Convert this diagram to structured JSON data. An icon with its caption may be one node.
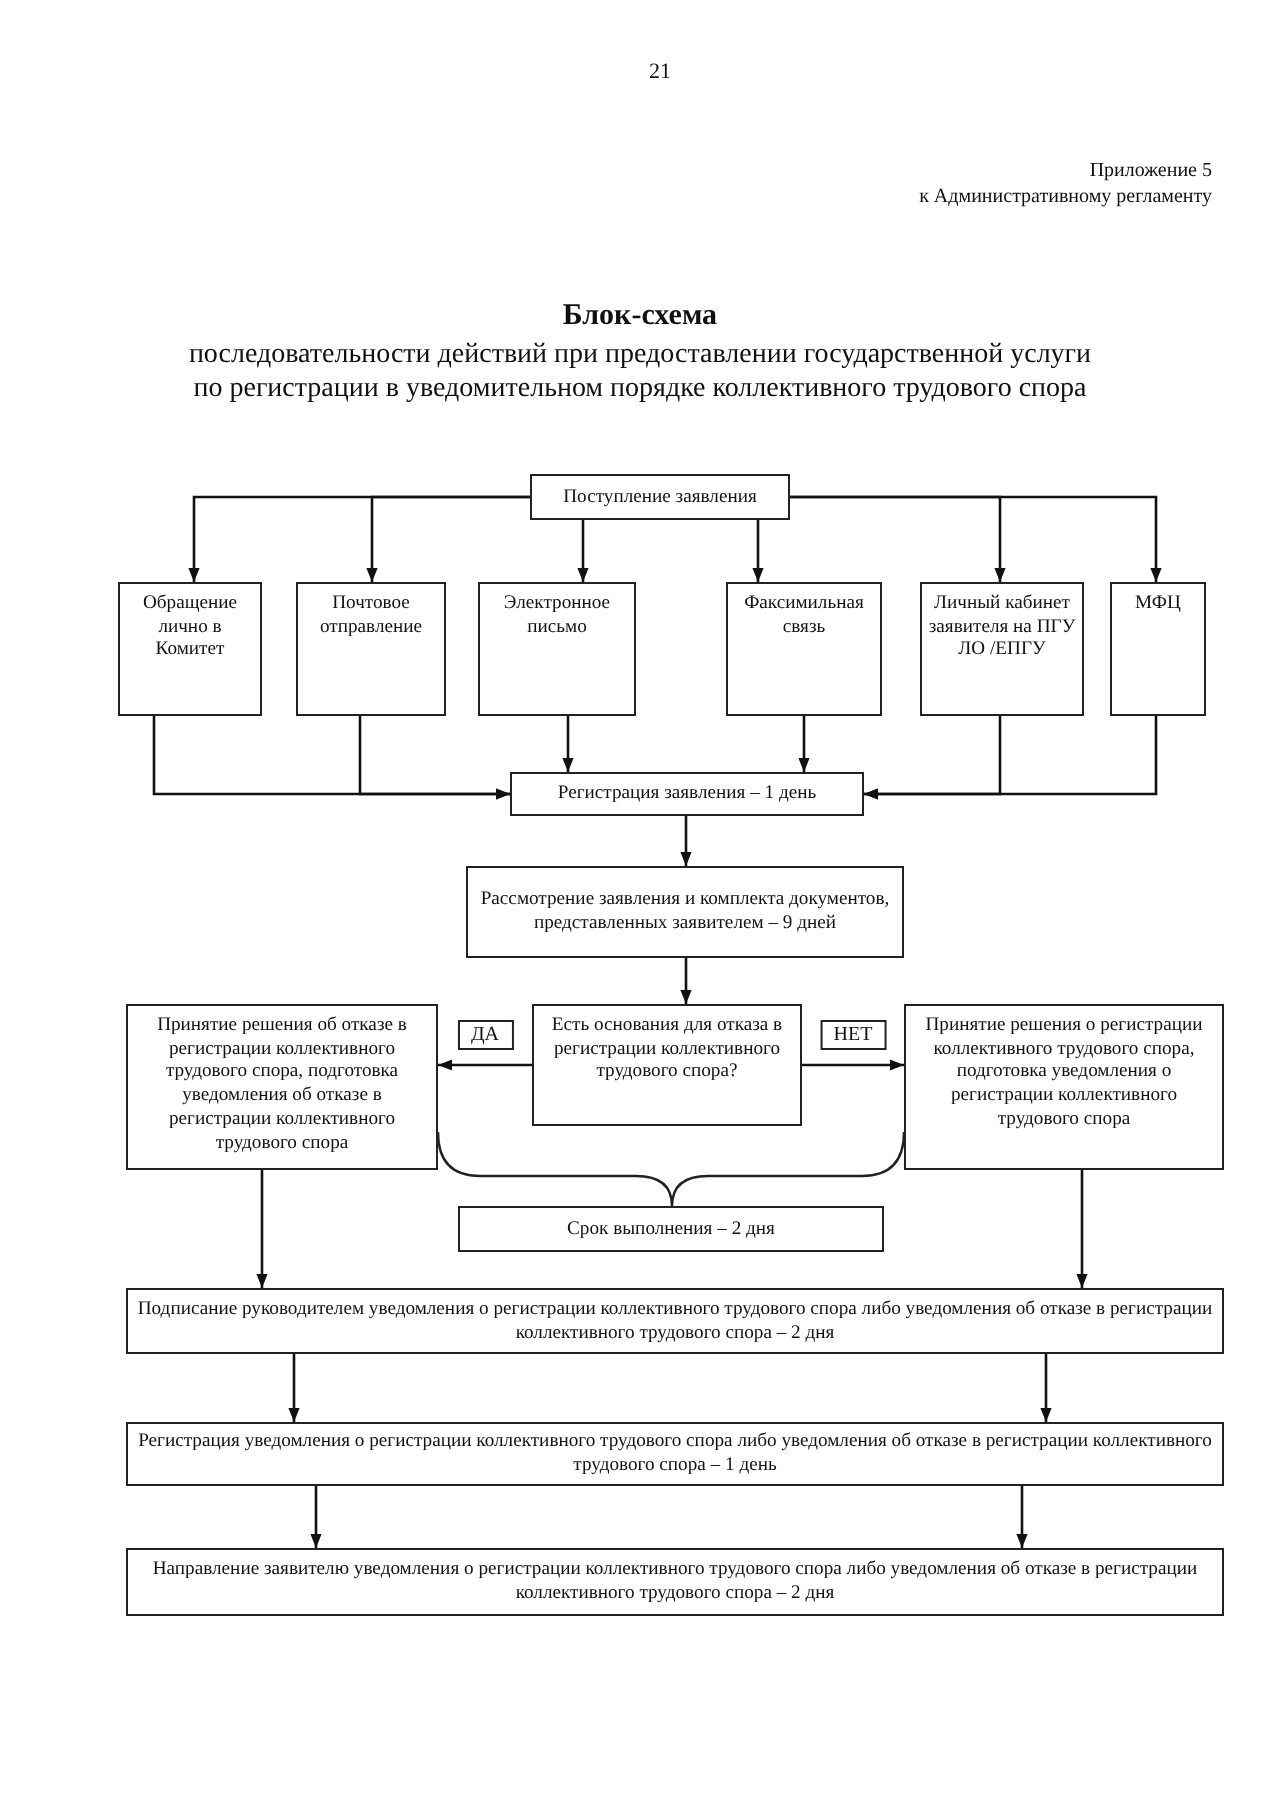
{
  "diagram": {
    "title": "Блок-схема",
    "nodes": [
      {
        "text": [
          "Поступление заявления"
        ]
      },
      {
        "text": [
          "Обращение лично в Комитет"
        ]
      },
      {
        "text": [
          "Почтовое отправление"
        ]
      },
      {
        "text": [
          "Электронное письмо"
        ]
      },
      {
        "text": [
          "Факсимильная связь"
        ]
      },
      {
        "text": [
          "Личный кабинет заявителя на ПГУ ЛО /ЕПГУ"
        ]
      },
      {
        "text": [
          "МФЦ"
        ]
      },
      {
        "text": [
          "Регистрация заявления – 1 день"
        ]
      },
      {
        "text": [
          "Рассмотрение заявления и комплекта документов, представленных заявителем – 9 дней"
        ]
      },
      {
        "text": [
          "Есть основания для отказа в регистрации коллективного трудового спора?"
        ]
      },
      {
        "text": [
          "Принятие решения об отказе в регистрации коллективного трудового спора, подготовка уведомления об отказе в регистрации коллективного трудового спора"
        ]
      },
      {
        "text": [
          "Принятие решения о регистрации коллективного трудового спора, подготовка уведомления о регистрации коллективного трудового спора"
        ]
      },
      {
        "text": [
          "Срок выполнения – 2 дня"
        ]
      },
      {
        "text": [
          "Подписание руководителем уведомления о регистрации коллективного трудового спора либо уведомления об отказе в регистрации коллективного трудового спора – 2 дня"
        ]
      },
      {
        "text": [
          "Регистрация уведомления о регистрации коллективного трудового спора либо уведомления об отказе в регистрации коллективного трудового спора – 1 день"
        ]
      },
      {
        "text": [
          "Направление заявителю уведомления о регистрации коллективного трудового спора либо уведомления об отказе в регистрации коллективного трудового спора – 2 дня"
        ]
      }
    ],
    "edges": [
      {
        "from": 0,
        "to": 1,
        "arrow": "to"
      },
      {
        "from": 0,
        "to": 2,
        "arrow": "to"
      },
      {
        "from": 0,
        "to": 3,
        "arrow": "to"
      },
      {
        "from": 0,
        "to": 4,
        "arrow": "to"
      },
      {
        "from": 0,
        "to": 5,
        "arrow": "to"
      },
      {
        "from": 0,
        "to": 6,
        "arrow": "to"
      },
      {
        "from": 1,
        "to": 7,
        "arrow": "to"
      },
      {
        "from": 2,
        "to": 7,
        "arrow": "to"
      },
      {
        "from": 3,
        "to": 7,
        "arrow": "to"
      },
      {
        "from": 4,
        "to": 7,
        "arrow": "to"
      },
      {
        "from": 5,
        "to": 7,
        "arrow": "to"
      },
      {
        "from": 6,
        "to": 7,
        "arrow": "to"
      },
      {
        "from": 7,
        "to": 8,
        "arrow": "to"
      },
      {
        "from": 8,
        "to": 9,
        "arrow": "to"
      },
      {
        "from": 9,
        "to": 10,
        "arrow": "to",
        "label": "ДА"
      },
      {
        "from": 9,
        "to": 11,
        "arrow": "to",
        "label": "НЕТ"
      },
      {
        "from": 10,
        "to": 13,
        "arrow": "to"
      },
      {
        "from": 11,
        "to": 13,
        "arrow": "to"
      },
      {
        "from": 13,
        "to": 14,
        "arrow": "to"
      },
      {
        "from": 13,
        "to": 14,
        "arrow": "to"
      },
      {
        "from": 14,
        "to": 15,
        "arrow": "to"
      },
      {
        "from": 14,
        "to": 15,
        "arrow": "to"
      }
    ],
    "labels": [
      "21",
      "Приложение 5",
      "к Административному регламенту",
      "последовательности действий при предоставлении государственной услуги по регистрации в уведомительном порядке коллективного трудового спора"
    ]
  }
}
